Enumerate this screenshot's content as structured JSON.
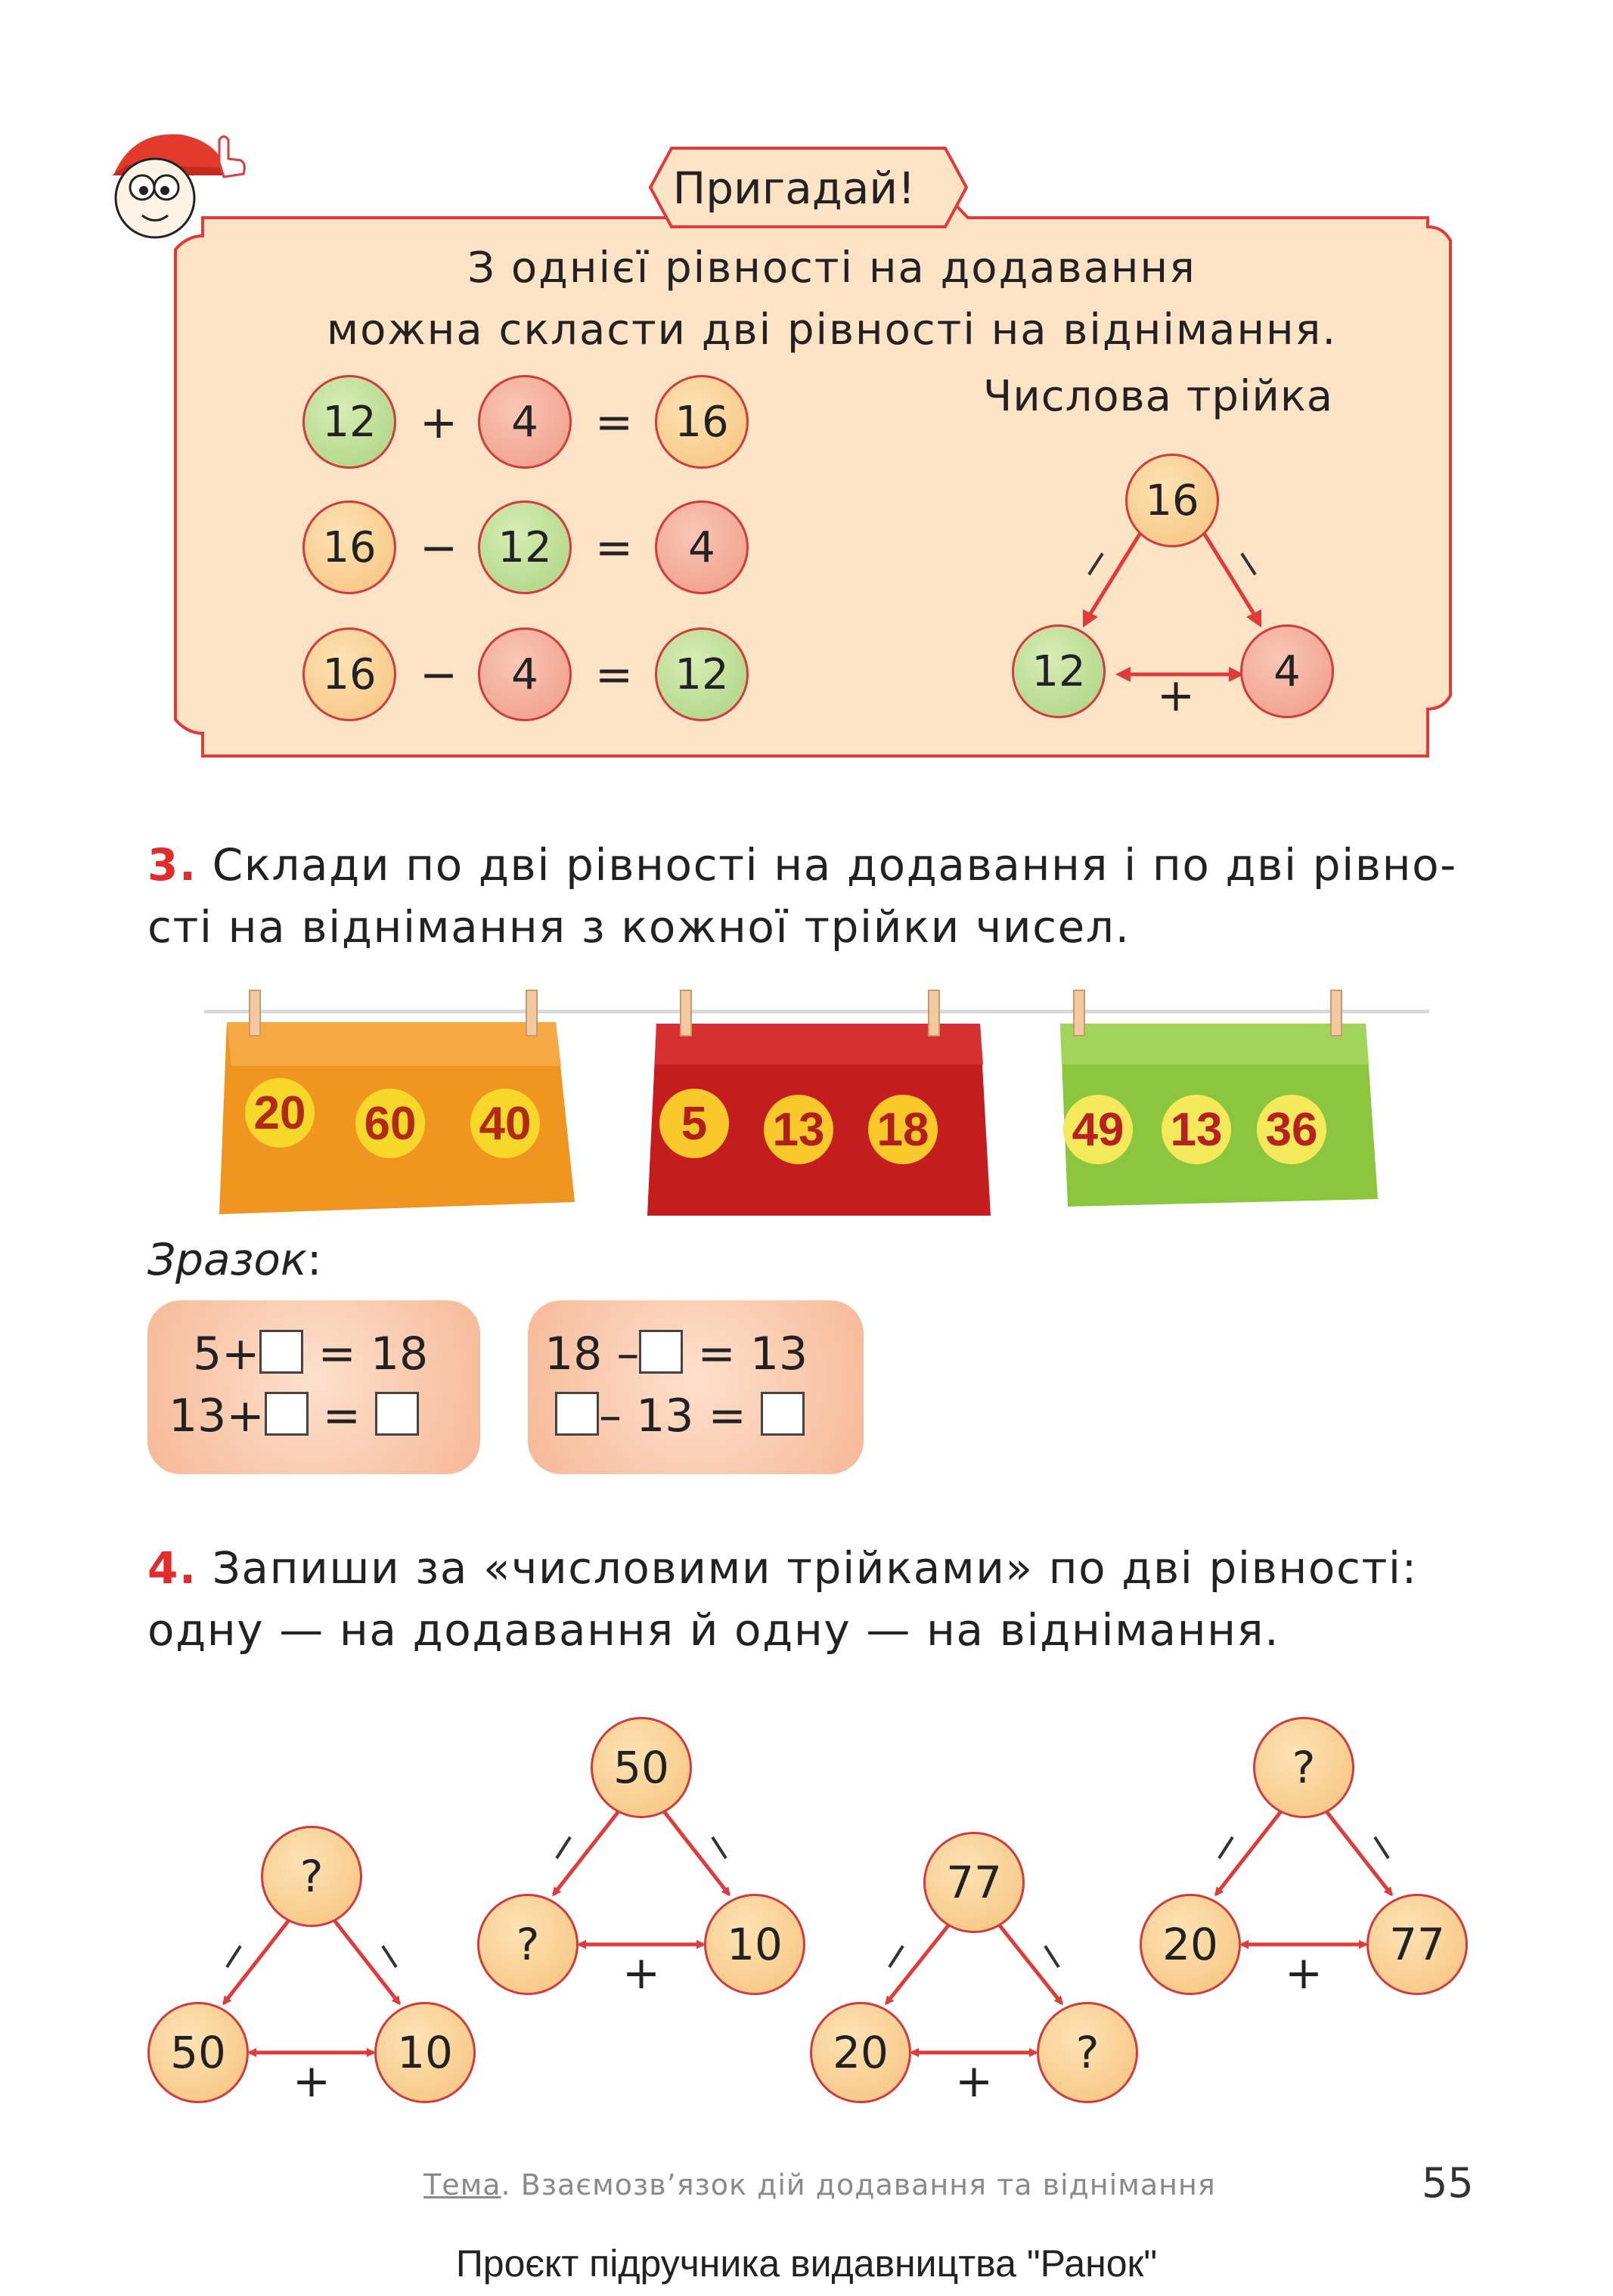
{
  "remember": {
    "title": "Пригадай!",
    "line1": "З однієї рівності на додавання",
    "line2": "можна скласти дві рівності на віднімання.",
    "triple_label": "Числова трійка",
    "equations": [
      {
        "a": "12",
        "op": "+",
        "b": "4",
        "eq": "=",
        "c": "16"
      },
      {
        "a": "16",
        "op": "−",
        "b": "12",
        "eq": "=",
        "c": "4"
      },
      {
        "a": "16",
        "op": "−",
        "b": "4",
        "eq": "=",
        "c": "12"
      }
    ],
    "triangle": {
      "top": "16",
      "left": "12",
      "right": "4",
      "plus": "+",
      "minus": "–"
    }
  },
  "task3": {
    "number": "3.",
    "line1": "Склади по дві рівності на додавання і по дві рівно-",
    "line2": "сті на віднімання з кожної трійки чисел.",
    "cards": [
      {
        "color": "#f0951f",
        "numbers": [
          "20",
          "60",
          "40"
        ]
      },
      {
        "color": "#c41d1d",
        "numbers": [
          "5",
          "13",
          "18"
        ]
      },
      {
        "color": "#8cc63f",
        "numbers": [
          "49",
          "13",
          "36"
        ]
      }
    ]
  },
  "sample": {
    "label": "Зразок",
    "colon": ":",
    "card1": {
      "l1_a": "5+",
      "l1_b": " = 18",
      "l2_a": "13+",
      "l2_b": " = "
    },
    "card2": {
      "l1_a": "18 –",
      "l1_b": " = 13",
      "l2_b": "– 13 = "
    }
  },
  "task4": {
    "number": "4.",
    "line1": "Запиши за «числовими трійками» по дві рівності:",
    "line2": "одну — на додавання й одну — на віднімання.",
    "triangles": [
      {
        "top": "?",
        "left": "50",
        "right": "10"
      },
      {
        "top": "50",
        "left": "?",
        "right": "10"
      },
      {
        "top": "77",
        "left": "20",
        "right": "?"
      },
      {
        "top": "?",
        "left": "20",
        "right": "77"
      }
    ],
    "plus": "+",
    "minus": "–"
  },
  "footer": {
    "topic_label": "Тема",
    "topic_text": ". Взаємозв’язок дій додавання та віднімання",
    "page": "55",
    "credit": "Проєкт підручника видавництва \"Ранок\""
  },
  "colors": {
    "frame": "#e03b3b",
    "box_bg": "#fde3c5",
    "task_number": "#e22b2b",
    "arrow": "#e03b3b"
  }
}
